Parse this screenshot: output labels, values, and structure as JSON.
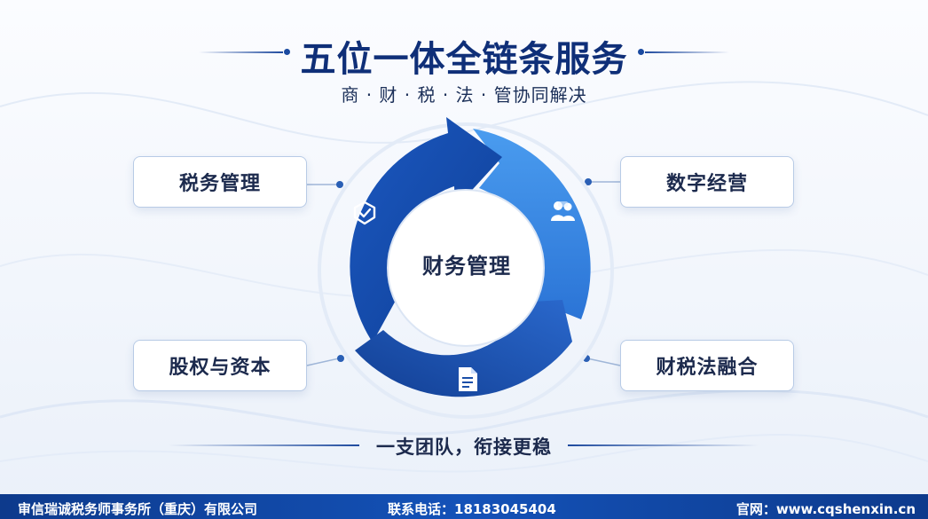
{
  "header": {
    "title": "五位一体全链条服务",
    "subtitle": "商 · 财 · 税 · 法 · 管协同解决"
  },
  "center": {
    "label": "财务管理"
  },
  "cards": {
    "top_left": "税务管理",
    "top_right": "数字经营",
    "bottom_left": "股权与资本",
    "bottom_right": "财税法融合"
  },
  "tagline": "一支团队，衔接更稳",
  "footer": {
    "company": "审信瑞诚税务师事务所（重庆）有限公司",
    "phone": "联系电话：18183045404",
    "website": "官网：www.cqshenxin.cn"
  },
  "icons": {
    "left_segment": "shield-check-icon",
    "right_segment": "team-users-icon",
    "bottom_segment": "document-icon"
  },
  "colors": {
    "title": "#0f2f78",
    "ring_dark": "#1448a8",
    "ring_light": "#3d8ee6",
    "footer_bg": "#0d3a8c"
  }
}
